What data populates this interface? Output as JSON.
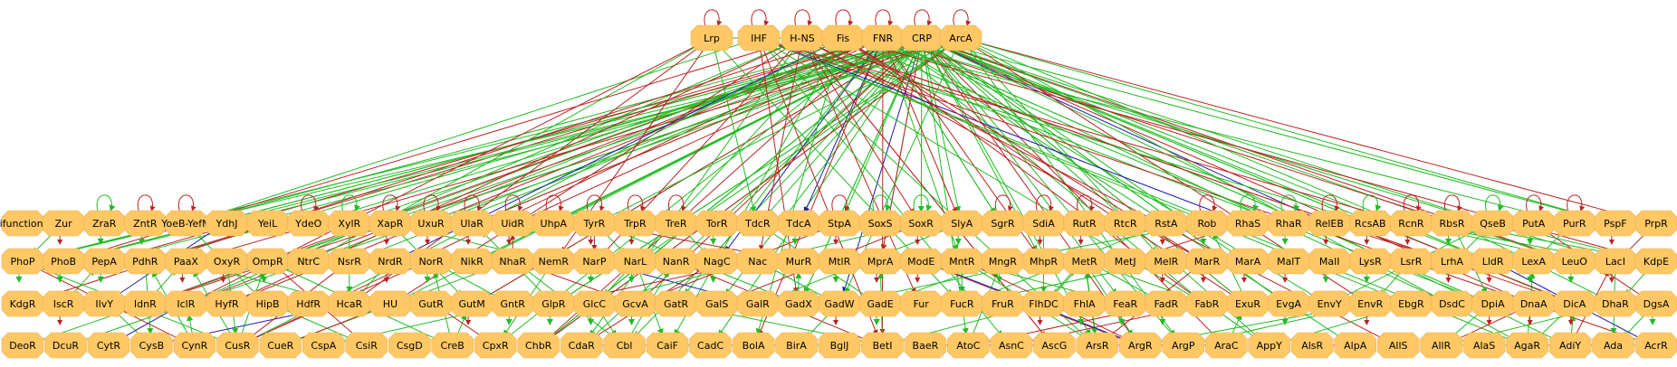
{
  "colors": {
    "node_fill": "#ffc864",
    "node_stroke": "#e8b25a",
    "activation": "#22bb22",
    "repression": "#bb2222",
    "dual": "#1a1aaa"
  },
  "diagram": {
    "top_nodes": [
      "Lrp",
      "IHF",
      "H-NS",
      "Fis",
      "FNR",
      "CRP",
      "ArcA"
    ],
    "row1": [
      "bifunctional",
      "Zur",
      "ZraR",
      "ZntR",
      "YoeB-YefM",
      "YdhJ",
      "YeiL",
      "YdeO",
      "XylR",
      "XapR",
      "UxuR",
      "UlaR",
      "UidR",
      "UhpA",
      "TyrR",
      "TrpR",
      "TreR",
      "TorR",
      "TdcR",
      "TdcA",
      "StpA",
      "SoxS",
      "SoxR",
      "SlyA",
      "SgrR",
      "SdiA",
      "RutR",
      "RtcR",
      "RstA",
      "Rob",
      "RhaS",
      "RhaR",
      "RelEB",
      "RcsAB",
      "RcnR",
      "RbsR",
      "QseB",
      "PutA",
      "PurR",
      "PspF",
      "PrpR"
    ],
    "row2": [
      "PhoP",
      "PhoB",
      "PepA",
      "PdhR",
      "PaaX",
      "OxyR",
      "OmpR",
      "NtrC",
      "NsrR",
      "NrdR",
      "NorR",
      "NikR",
      "NhaR",
      "NemR",
      "NarP",
      "NarL",
      "NanR",
      "NagC",
      "Nac",
      "MurR",
      "MtlR",
      "MprA",
      "ModE",
      "MntR",
      "MngR",
      "MhpR",
      "MetR",
      "MetJ",
      "MelR",
      "MarR",
      "MarA",
      "MalT",
      "MalI",
      "LysR",
      "LsrR",
      "LrhA",
      "LldR",
      "LexA",
      "LeuO",
      "LacI",
      "KdpE"
    ],
    "row3": [
      "KdgR",
      "IscR",
      "IlvY",
      "IdnR",
      "IclR",
      "HyfR",
      "HipB",
      "HdfR",
      "HcaR",
      "HU",
      "GutR",
      "GutM",
      "GntR",
      "GlpR",
      "GlcC",
      "GcvA",
      "GatR",
      "GalS",
      "GalR",
      "GadX",
      "GadW",
      "GadE",
      "Fur",
      "FucR",
      "FruR",
      "FlhDC",
      "FhlA",
      "FeaR",
      "FadR",
      "FabR",
      "ExuR",
      "EvgA",
      "EnvY",
      "EnvR",
      "EbgR",
      "DsdC",
      "DpiA",
      "DnaA",
      "DicA",
      "DhaR",
      "DgsA"
    ],
    "row4": [
      "DeoR",
      "DcuR",
      "CytR",
      "CysB",
      "CynR",
      "CusR",
      "CueR",
      "CspA",
      "CsiR",
      "CsgD",
      "CreB",
      "CpxR",
      "ChbR",
      "CdaR",
      "Cbl",
      "CaiF",
      "CadC",
      "BolA",
      "BirA",
      "BglJ",
      "BetI",
      "BaeR",
      "AtoC",
      "AsnC",
      "AscG",
      "ArsR",
      "ArgR",
      "ArgP",
      "AraC",
      "AppY",
      "AlsR",
      "AlpA",
      "AllS",
      "AllR",
      "AlaS",
      "AgaR",
      "AdiY",
      "Ada",
      "AcrR"
    ]
  }
}
